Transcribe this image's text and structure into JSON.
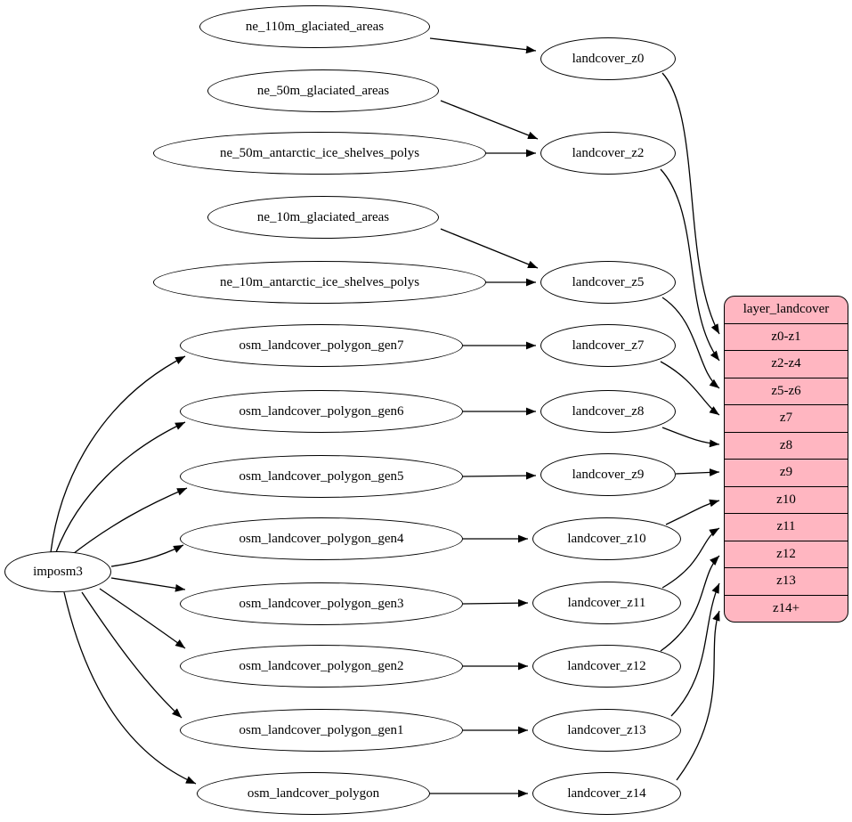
{
  "graph": {
    "root": {
      "label": "imposm3"
    },
    "source_tables": [
      {
        "label": "ne_110m_glaciated_areas"
      },
      {
        "label": "ne_50m_glaciated_areas"
      },
      {
        "label": "ne_50m_antarctic_ice_shelves_polys"
      },
      {
        "label": "ne_10m_glaciated_areas"
      },
      {
        "label": "ne_10m_antarctic_ice_shelves_polys"
      },
      {
        "label": "osm_landcover_polygon_gen7"
      },
      {
        "label": "osm_landcover_polygon_gen6"
      },
      {
        "label": "osm_landcover_polygon_gen5"
      },
      {
        "label": "osm_landcover_polygon_gen4"
      },
      {
        "label": "osm_landcover_polygon_gen3"
      },
      {
        "label": "osm_landcover_polygon_gen2"
      },
      {
        "label": "osm_landcover_polygon_gen1"
      },
      {
        "label": "osm_landcover_polygon"
      }
    ],
    "generalized_tables": [
      {
        "label": "landcover_z0"
      },
      {
        "label": "landcover_z2"
      },
      {
        "label": "landcover_z5"
      },
      {
        "label": "landcover_z7"
      },
      {
        "label": "landcover_z8"
      },
      {
        "label": "landcover_z9"
      },
      {
        "label": "landcover_z10"
      },
      {
        "label": "landcover_z11"
      },
      {
        "label": "landcover_z12"
      },
      {
        "label": "landcover_z13"
      },
      {
        "label": "landcover_z14"
      }
    ],
    "layer_table": {
      "title": "layer_landcover",
      "rows": [
        "z0-z1",
        "z2-z4",
        "z5-z6",
        "z7",
        "z8",
        "z9",
        "z10",
        "z11",
        "z12",
        "z13",
        "z14+"
      ],
      "fill_color": "#ffb6c1",
      "border_color": "#000000"
    },
    "edge_color": "#000000",
    "edges": [
      {
        "from": "imposm3",
        "to": "osm_landcover_polygon_gen7"
      },
      {
        "from": "imposm3",
        "to": "osm_landcover_polygon_gen6"
      },
      {
        "from": "imposm3",
        "to": "osm_landcover_polygon_gen5"
      },
      {
        "from": "imposm3",
        "to": "osm_landcover_polygon_gen4"
      },
      {
        "from": "imposm3",
        "to": "osm_landcover_polygon_gen3"
      },
      {
        "from": "imposm3",
        "to": "osm_landcover_polygon_gen2"
      },
      {
        "from": "imposm3",
        "to": "osm_landcover_polygon_gen1"
      },
      {
        "from": "imposm3",
        "to": "osm_landcover_polygon"
      },
      {
        "from": "ne_110m_glaciated_areas",
        "to": "landcover_z0"
      },
      {
        "from": "ne_50m_glaciated_areas",
        "to": "landcover_z2"
      },
      {
        "from": "ne_50m_antarctic_ice_shelves_polys",
        "to": "landcover_z2"
      },
      {
        "from": "ne_10m_glaciated_areas",
        "to": "landcover_z5"
      },
      {
        "from": "ne_10m_antarctic_ice_shelves_polys",
        "to": "landcover_z5"
      },
      {
        "from": "osm_landcover_polygon_gen7",
        "to": "landcover_z7"
      },
      {
        "from": "osm_landcover_polygon_gen6",
        "to": "landcover_z8"
      },
      {
        "from": "osm_landcover_polygon_gen5",
        "to": "landcover_z9"
      },
      {
        "from": "osm_landcover_polygon_gen4",
        "to": "landcover_z10"
      },
      {
        "from": "osm_landcover_polygon_gen3",
        "to": "landcover_z11"
      },
      {
        "from": "osm_landcover_polygon_gen2",
        "to": "landcover_z12"
      },
      {
        "from": "osm_landcover_polygon_gen1",
        "to": "landcover_z13"
      },
      {
        "from": "osm_landcover_polygon",
        "to": "landcover_z14"
      },
      {
        "from": "landcover_z0",
        "to": "layer_landcover:z0-z1"
      },
      {
        "from": "landcover_z2",
        "to": "layer_landcover:z2-z4"
      },
      {
        "from": "landcover_z5",
        "to": "layer_landcover:z5-z6"
      },
      {
        "from": "landcover_z7",
        "to": "layer_landcover:z7"
      },
      {
        "from": "landcover_z8",
        "to": "layer_landcover:z8"
      },
      {
        "from": "landcover_z9",
        "to": "layer_landcover:z9"
      },
      {
        "from": "landcover_z10",
        "to": "layer_landcover:z10"
      },
      {
        "from": "landcover_z11",
        "to": "layer_landcover:z11"
      },
      {
        "from": "landcover_z12",
        "to": "layer_landcover:z12"
      },
      {
        "from": "landcover_z13",
        "to": "layer_landcover:z13"
      },
      {
        "from": "landcover_z14",
        "to": "layer_landcover:z14+"
      }
    ]
  }
}
